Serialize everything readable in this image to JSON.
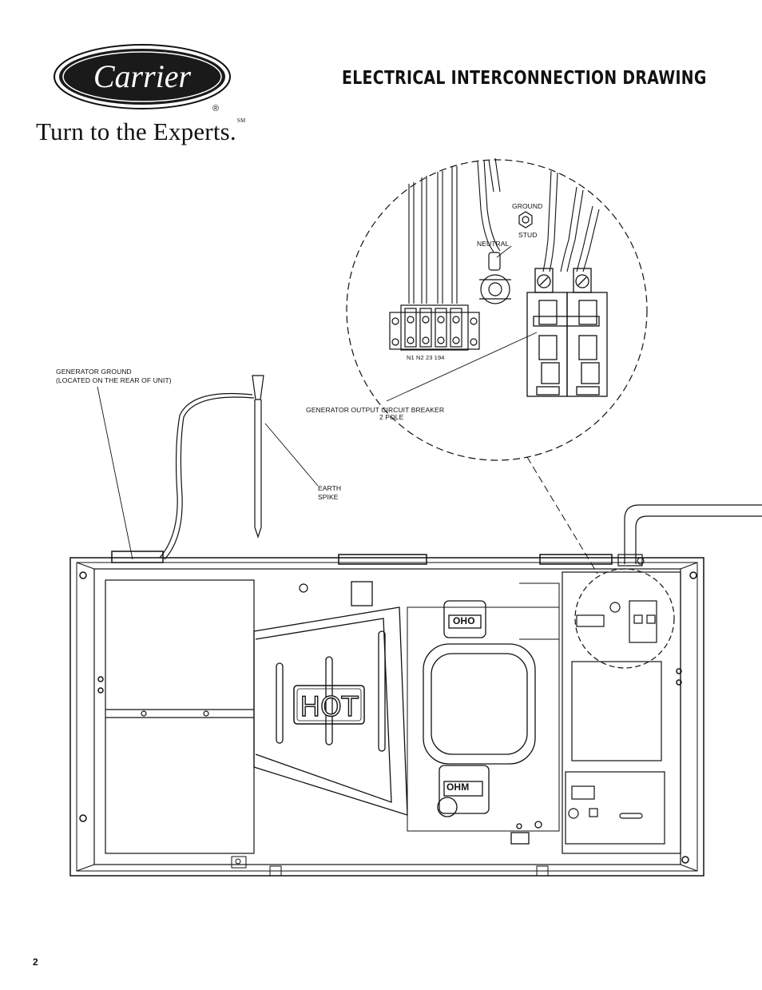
{
  "header": {
    "brand": "Carrier",
    "registered_mark": "®",
    "tagline": "Turn to the Experts.",
    "tagline_mark": "SM",
    "title": "ELECTRICAL INTERCONNECTION DRAWING"
  },
  "labels": {
    "ground_stud_1": "GROUND",
    "ground_stud_2": "STUD",
    "neutral": "NEUTRAL",
    "terminals": "N1  N2  23  194",
    "breaker_1": "GENERATOR OUTPUT CIRCUIT BREAKER",
    "breaker_2": "2 POLE",
    "gen_ground_1": "GENERATOR GROUND",
    "gen_ground_2": "(LOCATED ON THE REAR OF UNIT)",
    "earth_1": "EARTH",
    "earth_2": "SPIKE",
    "hot": "HOT",
    "oil_top": "OHO",
    "oil_bottom": "OHM"
  },
  "footer": {
    "page_number": "2"
  }
}
